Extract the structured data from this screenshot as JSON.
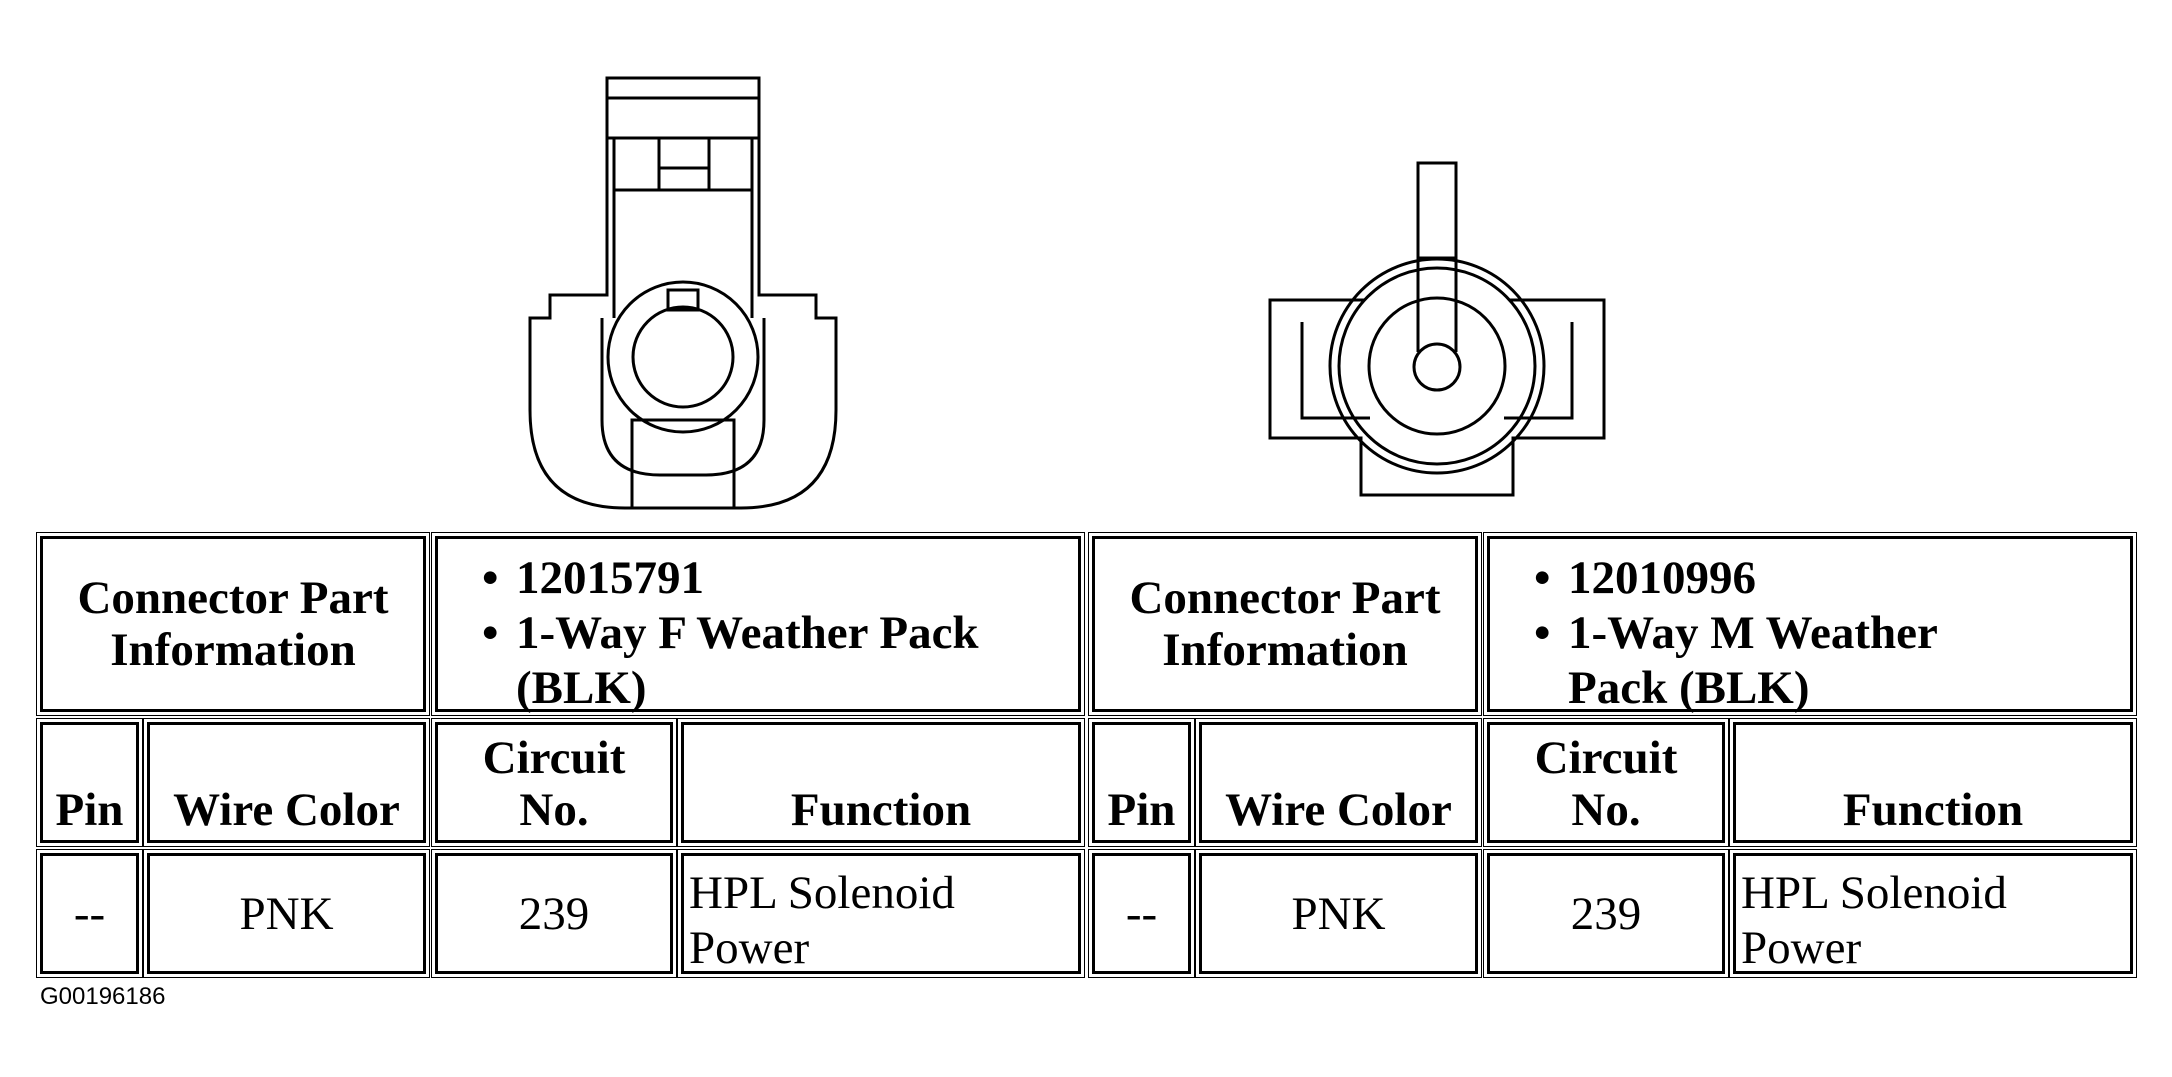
{
  "connectors": [
    {
      "header_label": "Connector Part Information",
      "part_info": [
        "12015791",
        "1-Way F Weather Pack (BLK)"
      ],
      "columns": {
        "pin": "Pin",
        "wire_color": "Wire Color",
        "circuit_no": "Circuit No.",
        "function": "Function"
      },
      "rows": [
        {
          "pin": "--",
          "wire_color": "PNK",
          "circuit_no": "239",
          "function": "HPL Solenoid Power"
        }
      ]
    },
    {
      "header_label": "Connector Part Information",
      "part_info": [
        "12010996",
        "1-Way M Weather Pack (BLK)"
      ],
      "columns": {
        "pin": "Pin",
        "wire_color": "Wire Color",
        "circuit_no": "Circuit No.",
        "function": "Function"
      },
      "rows": [
        {
          "pin": "--",
          "wire_color": "PNK",
          "circuit_no": "239",
          "function": "HPL Solenoid Power"
        }
      ]
    }
  ],
  "figure_id": "G00196186"
}
